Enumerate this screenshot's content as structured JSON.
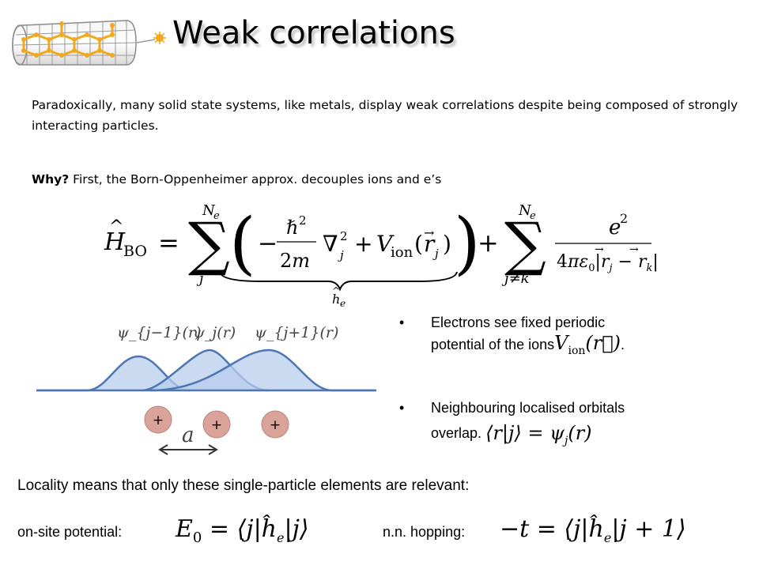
{
  "title": "Weak correlations",
  "paragraph": "Paradoxically, many solid state systems, like metals, display weak correlations despite being composed of strongly interacting particles.",
  "why": {
    "bold": "Why?",
    "rest": " First, the Born-Oppenheimer approx. decouples ions and e’s"
  },
  "bullets": [
    {
      "text_line1": "Electrons see fixed periodic",
      "text_line2": "potential of the ions",
      "suffix": "."
    },
    {
      "text_line1": "Neighbouring localised orbitals",
      "text_line2": "overlap."
    }
  ],
  "orbital_labels": [
    "ψ_{j−1}(r)",
    "ψ_j(r)",
    "ψ_{j+1}(r)"
  ],
  "ion_symbol": "+",
  "lattice_label": "a",
  "locality": "Locality means that only these single-particle elements are relevant:",
  "onsite_label": "on-site potential:",
  "hopping_label": "n.n. hopping:",
  "colors": {
    "gaussian_fill": "#b8cdec",
    "gaussian_stroke": "#4f76b2",
    "ion_fill": "#d9a39a",
    "logo_tube": "#8a8a8a",
    "logo_atoms": "#f2a81d"
  }
}
